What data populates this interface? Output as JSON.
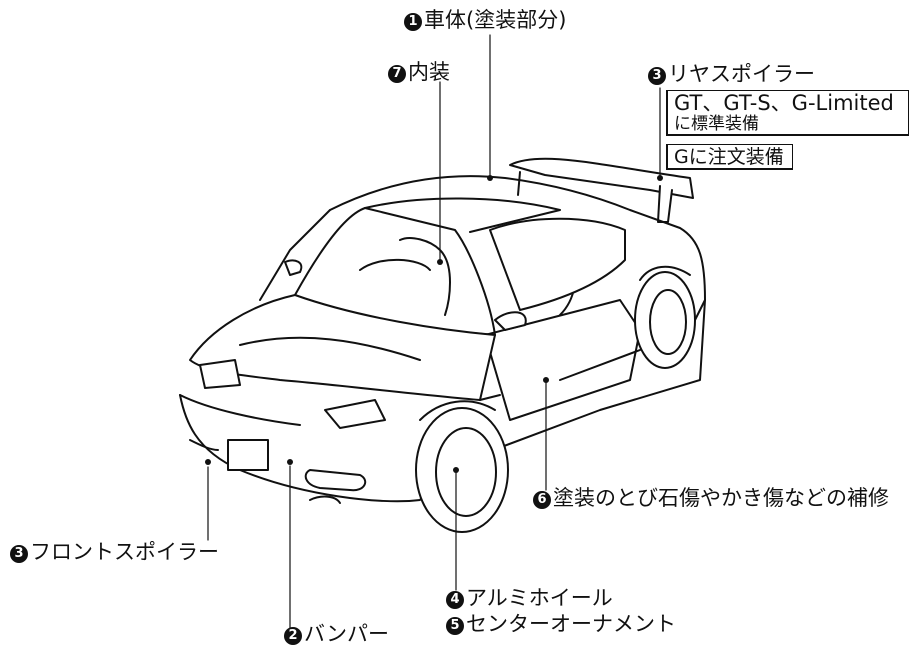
{
  "labels": {
    "body_paint": {
      "num": "1",
      "text": "車体(塗装部分)"
    },
    "interior": {
      "num": "7",
      "text": "内装"
    },
    "rear_spoiler": {
      "num": "3",
      "text": "リヤスポイラー"
    },
    "front_spoiler": {
      "num": "3",
      "text": "フロントスポイラー"
    },
    "bumper": {
      "num": "2",
      "text": "バンパー"
    },
    "wheel": {
      "num": "4",
      "text": "アルミホイール"
    },
    "center_ornament": {
      "num": "5",
      "text": "センターオーナメント"
    },
    "paint_repair": {
      "num": "6",
      "text": "塗装のとび石傷やかき傷などの補修"
    }
  },
  "notes": {
    "standard_line1": "GT、GT-S、G-Limited",
    "standard_line2": "に標準装備",
    "option": "Gに注文装備"
  }
}
